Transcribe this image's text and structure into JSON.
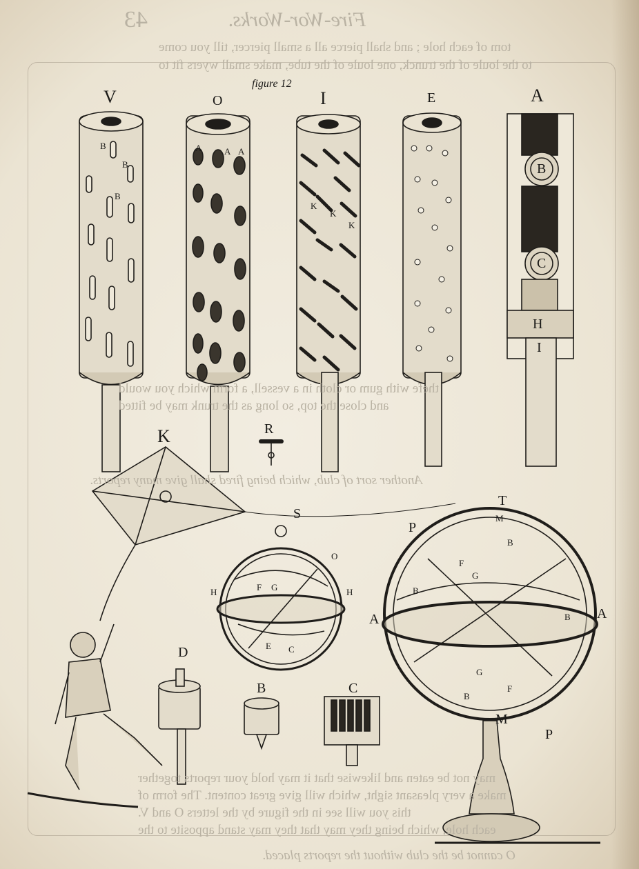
{
  "bleed_through": {
    "running_head": "Fire-Wor-Works.",
    "page_number": "43",
    "lines": [
      "tom of each hole ; and shall pierce all a small piercer, till you come",
      "to the loule of the trunck, one loule of the tube, make small wyers fit to",
      "each hole, which being they may that they may stand apposite to the",
      "thefe with gum or cloth in a vessell, a form which you would",
      "and close the top, so long as the trunk may be fitted",
      "Another sort of club, which being fired shall give many reports.",
      "may not be eaten and likewise that it may hold your reports together",
      "make a very pleasant sight, which will give great content. The form of",
      "this you will see in the figure by the letters O and V.",
      "O cannot be the club without the reports placed."
    ]
  },
  "figure": {
    "caption": "figure 12",
    "top_labels": [
      "V",
      "O",
      "I",
      "E",
      "A"
    ],
    "club_v_labels": [
      "B",
      "B",
      "B"
    ],
    "club_o_labels": [
      "A",
      "A",
      "A"
    ],
    "club_i_labels": [
      "K",
      "K",
      "K"
    ],
    "club_a_labels": [
      "B",
      "C",
      "H",
      "I"
    ],
    "kite_label": "K",
    "key_label": "R",
    "ring_label": "S",
    "tail_label": "P",
    "small_sphere_labels": [
      "H",
      "H",
      "O",
      "F",
      "G",
      "E",
      "C"
    ],
    "large_sphere_labels": [
      "T",
      "M",
      "A",
      "A",
      "B",
      "B",
      "B",
      "B",
      "F",
      "G",
      "F",
      "G",
      "P",
      "M"
    ],
    "small_items": [
      "D",
      "B",
      "C"
    ]
  }
}
